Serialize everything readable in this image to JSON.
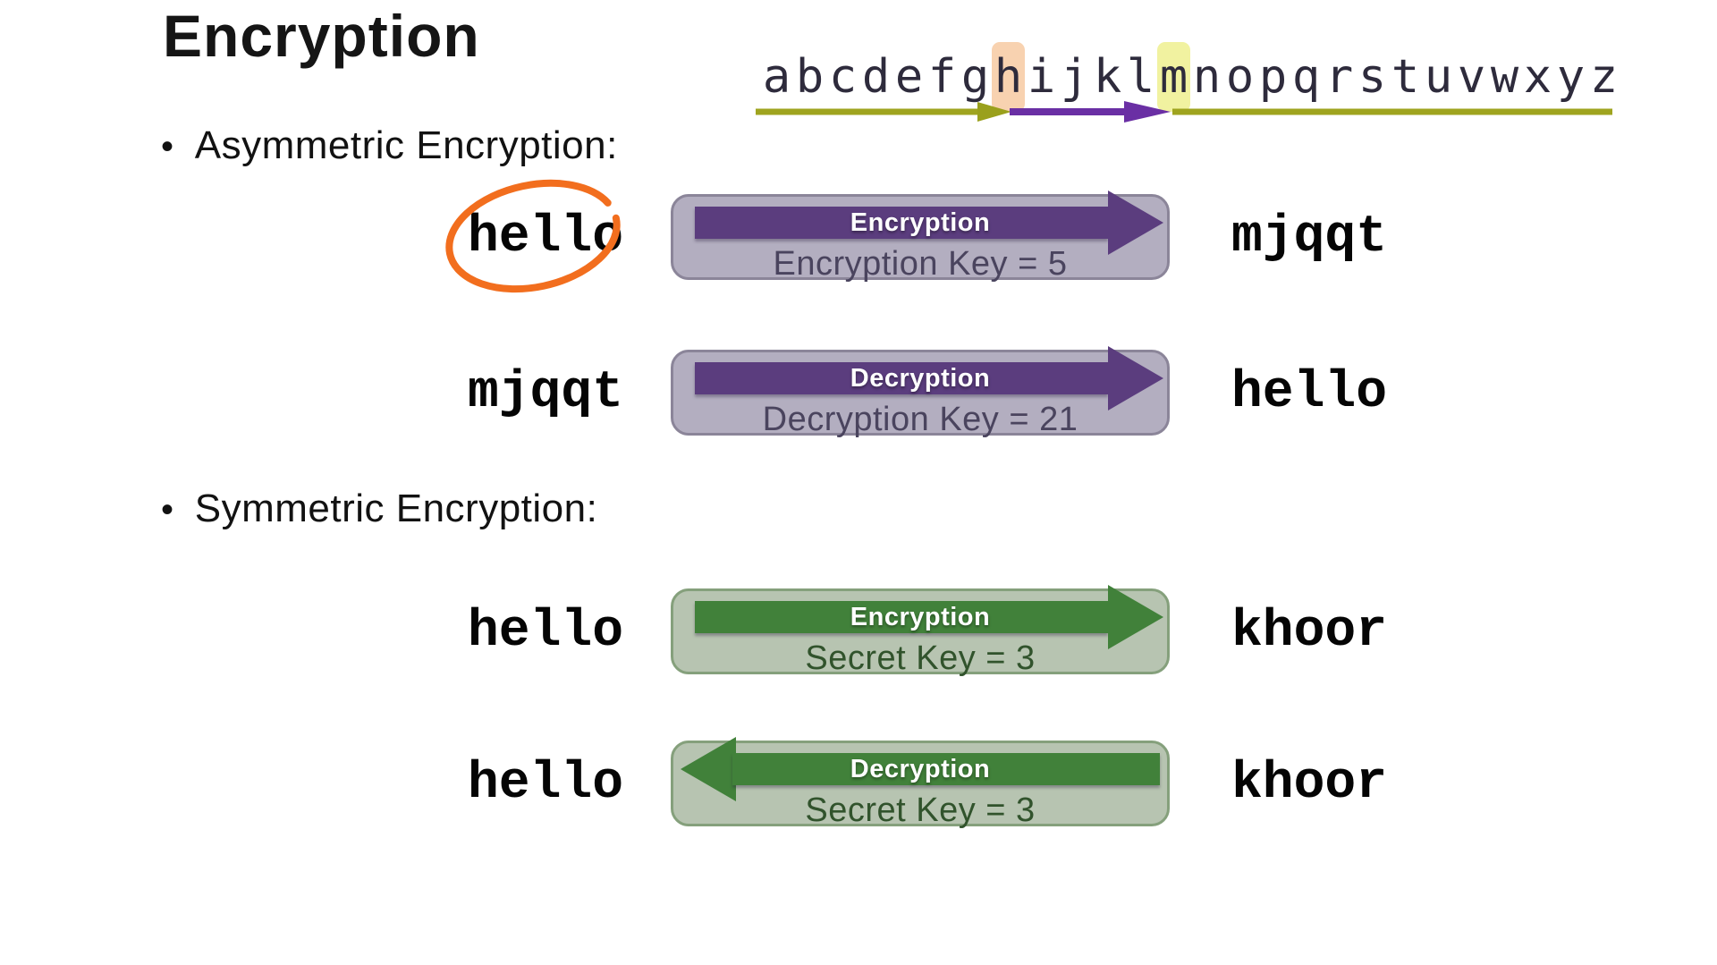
{
  "slide": {
    "title": "Encryption"
  },
  "alphabet": {
    "letters": "abcdefghijklmnopqrstuvwxyz",
    "highlights": [
      {
        "letter": "h",
        "color": "#f8d2b0"
      },
      {
        "letter": "m",
        "color": "#f1f2a0"
      }
    ],
    "shift_arrow": {
      "from": "h",
      "to": "m",
      "color": "#6a2fa4"
    },
    "underline_color": "#9fa41f"
  },
  "sections": [
    {
      "heading": "Asymmetric Encryption:"
    },
    {
      "heading": "Symmetric Encryption:"
    }
  ],
  "rows": [
    {
      "left": "hello",
      "process": "Encryption",
      "key": "Encryption Key = 5",
      "right": "mjqqt",
      "scheme": "asymmetric",
      "direction": "right"
    },
    {
      "left": "mjqqt",
      "process": "Decryption",
      "key": "Decryption Key = 21",
      "right": "hello",
      "scheme": "asymmetric",
      "direction": "right"
    },
    {
      "left": "hello",
      "process": "Encryption",
      "key": "Secret Key = 3",
      "right": "khoor",
      "scheme": "symmetric",
      "direction": "right"
    },
    {
      "left": "hello",
      "process": "Decryption",
      "key": "Secret Key = 3",
      "right": "khoor",
      "scheme": "symmetric",
      "direction": "left"
    }
  ],
  "colors": {
    "asymmetric_arrow": "#5b3d7e",
    "asymmetric_box_bg": "#b3aec0",
    "symmetric_arrow": "#41813a",
    "symmetric_box_bg": "#b7c4b1",
    "alphabet_underline": "#9fa41f",
    "alphabet_shift_arrow": "#6a2fa4",
    "highlight_h": "#f8d2b0",
    "highlight_m": "#f1f2a0",
    "annotation_circle": "#f26e1e"
  }
}
